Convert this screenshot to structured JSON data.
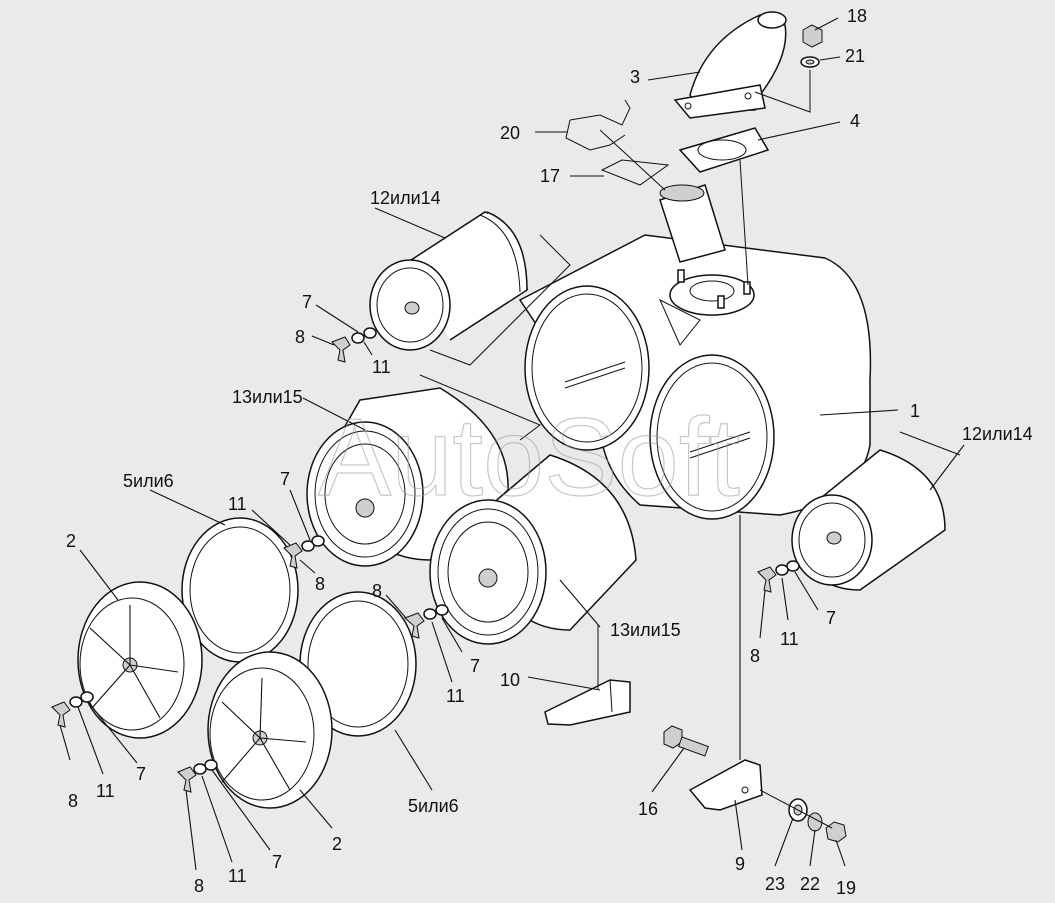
{
  "watermark": "AutoSoft",
  "labels": {
    "l1": "1",
    "l2a": "2",
    "l2b": "2",
    "l3": "3",
    "l4": "4",
    "l5a": "5или6",
    "l5b": "5или6",
    "l7a": "7",
    "l7b": "7",
    "l7c": "7",
    "l7d": "7",
    "l7e": "7",
    "l7f": "7",
    "l8a": "8",
    "l8b": "8",
    "l8c": "8",
    "l8d": "8",
    "l8e": "8",
    "l8f": "8",
    "l9": "9",
    "l10": "10",
    "l11a": "11",
    "l11b": "11",
    "l11c": "11",
    "l11d": "11",
    "l11e": "11",
    "l11f": "11",
    "l12a": "12или14",
    "l12b": "12или14",
    "l13a": "13или15",
    "l13b": "13или15",
    "l16": "16",
    "l17": "17",
    "l18": "18",
    "l19": "19",
    "l20": "20",
    "l21": "21",
    "l22": "22",
    "l23": "23"
  },
  "colors": {
    "background": "#eaeaea",
    "line": "#111111",
    "part_fill": "#ffffff",
    "watermark": "#9a9a9a"
  }
}
